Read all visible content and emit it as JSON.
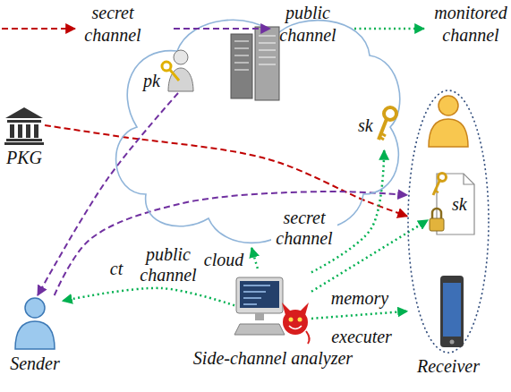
{
  "diagram": {
    "nodes": [
      {
        "text": [
          "PKG"
        ]
      },
      {
        "text": []
      },
      {
        "text": [
          "pk"
        ],
        "in": 1
      },
      {
        "text": [
          "sk"
        ]
      },
      {
        "text": [
          "Sender"
        ]
      },
      {
        "text": [
          "Side-channel analyzer"
        ]
      },
      {
        "text": [
          "Receiver"
        ]
      },
      {
        "text": [
          "sk"
        ],
        "in": 6
      }
    ],
    "edges": [
      {
        "from": 0,
        "to": 6,
        "arrow": "to"
      },
      {
        "from": 2,
        "to": 4,
        "arrow": "to"
      },
      {
        "from": 4,
        "to": 6,
        "label": "ct",
        "arrow": "to"
      },
      {
        "from": 5,
        "to": 4,
        "label": "public channel",
        "arrow": "to"
      },
      {
        "from": 5,
        "to": 1,
        "label": "cloud",
        "arrow": "to"
      },
      {
        "from": 5,
        "to": 3,
        "label": "secret channel",
        "arrow": "to"
      },
      {
        "from": 5,
        "to": 7,
        "label": "memory",
        "arrow": "to"
      },
      {
        "from": 5,
        "to": 6,
        "label": "executer",
        "arrow": "to"
      }
    ],
    "legend": [
      {
        "text": "secret channel"
      },
      {
        "text": "public channel"
      },
      {
        "text": "monitored channel"
      }
    ]
  }
}
